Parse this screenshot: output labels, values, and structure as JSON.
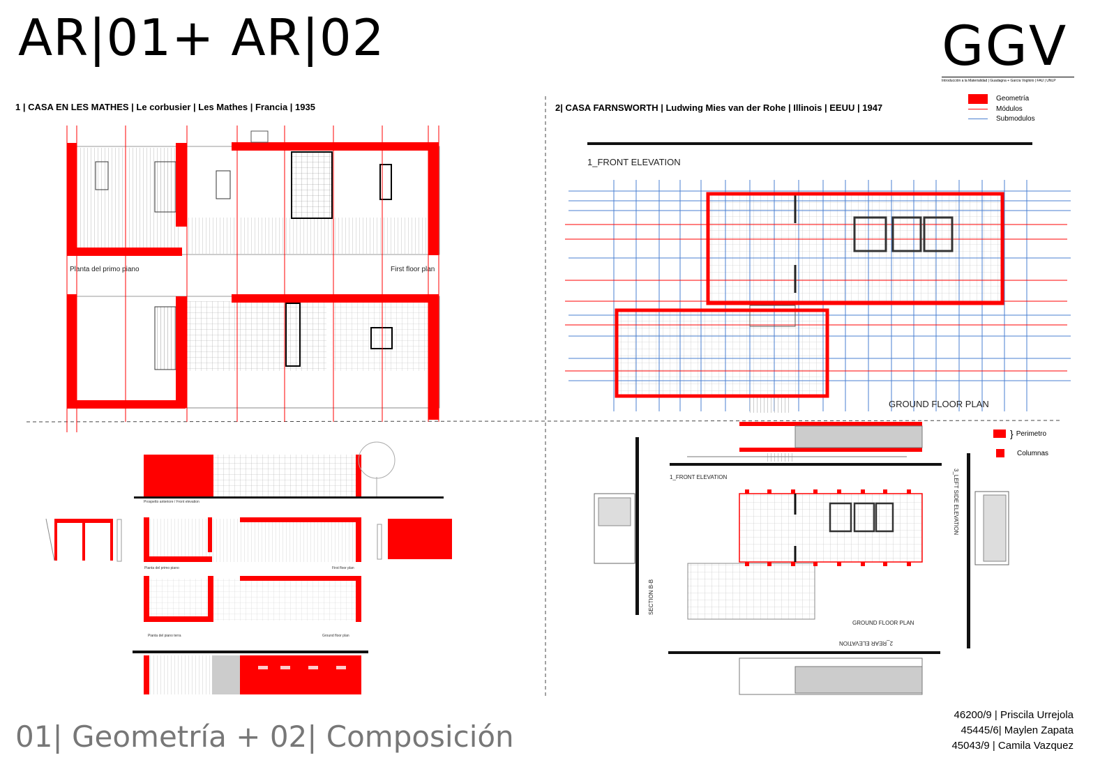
{
  "header": {
    "title": "AR|01+ AR|02",
    "logo": "GGV",
    "logo_subtitle": "Introducción a la Materialidad | Guadagna + García Vogliolo | FAU | UNLP"
  },
  "sections": {
    "left_caption": "1 | CASA EN LES MATHES | Le corbusier | Les Mathes | Francia | 1935",
    "right_caption": "2| CASA FARNSWORTH | Ludwing Mies van der Rohe |  Illinois | EEUU   | 1947"
  },
  "legend_top": {
    "items": [
      {
        "label": "Geometría",
        "type": "box",
        "color": "#ff0000"
      },
      {
        "label": "Módulos",
        "type": "line",
        "color": "#ff0000"
      },
      {
        "label": "Submodulos",
        "type": "line",
        "color": "#4a7fd0"
      }
    ]
  },
  "legend_bottom": {
    "items": [
      {
        "label": "Perimetro",
        "type": "box",
        "color": "#ff0000"
      },
      {
        "label": "Columnas",
        "type": "box",
        "color": "#ff0000"
      }
    ]
  },
  "drawing_labels": {
    "planta_primo_piano": "Planta del primo piano",
    "first_floor_plan": "First floor plan",
    "front_elevation_big": "1_FRONT ELEVATION",
    "ground_floor_plan_big": "GROUND FLOOR PLAN",
    "front_elevation_small": "1_FRONT ELEVATION",
    "ground_floor_plan_small": "GROUND FLOOR PLAN",
    "rear_elevation": "2_REAR ELEVATION",
    "left_side_elevation": "3_LEFT SIDE ELEVATION",
    "section_bb": "SECTION B-B",
    "prospetto_anteriore": "Prospetto anteriore  /  Front elevation",
    "pianta_primo_piano_small": "Pianta del primo piano",
    "first_floor_plan_small": "First floor plan",
    "pianta_piano_terra": "Pianta del piano terra",
    "ground_floor_plan_les": "Ground floor plan"
  },
  "footer": {
    "title": "01| Geometría + 02| Composición",
    "credits": [
      "46200/9 | Priscila Urrejola",
      "45445/6| Maylen Zapata",
      "45043/9 | Camila Vazquez"
    ]
  }
}
